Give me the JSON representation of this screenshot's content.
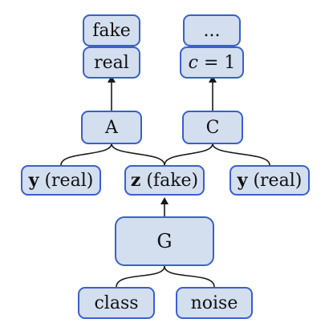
{
  "nodes": {
    "fake_out": {
      "text": "fake"
    },
    "real_out": {
      "text": "real"
    },
    "dots_out": {
      "text": "..."
    },
    "c_out": {
      "var": "c",
      "op": " = ",
      "val": "1"
    },
    "disc_a": {
      "text": "A"
    },
    "disc_c": {
      "text": "C"
    },
    "y_real_left": {
      "sym": "y",
      "rest": " (real)"
    },
    "z_fake": {
      "sym": "z",
      "rest": " (fake)"
    },
    "y_real_right": {
      "sym": "y",
      "rest": " (real)"
    },
    "gen": {
      "text": "G"
    },
    "class_in": {
      "text": "class"
    },
    "noise_in": {
      "text": "noise"
    }
  },
  "colors": {
    "node_fill": "#d3deef",
    "node_border": "#3a5fcf",
    "edge": "#1a1a1a"
  }
}
